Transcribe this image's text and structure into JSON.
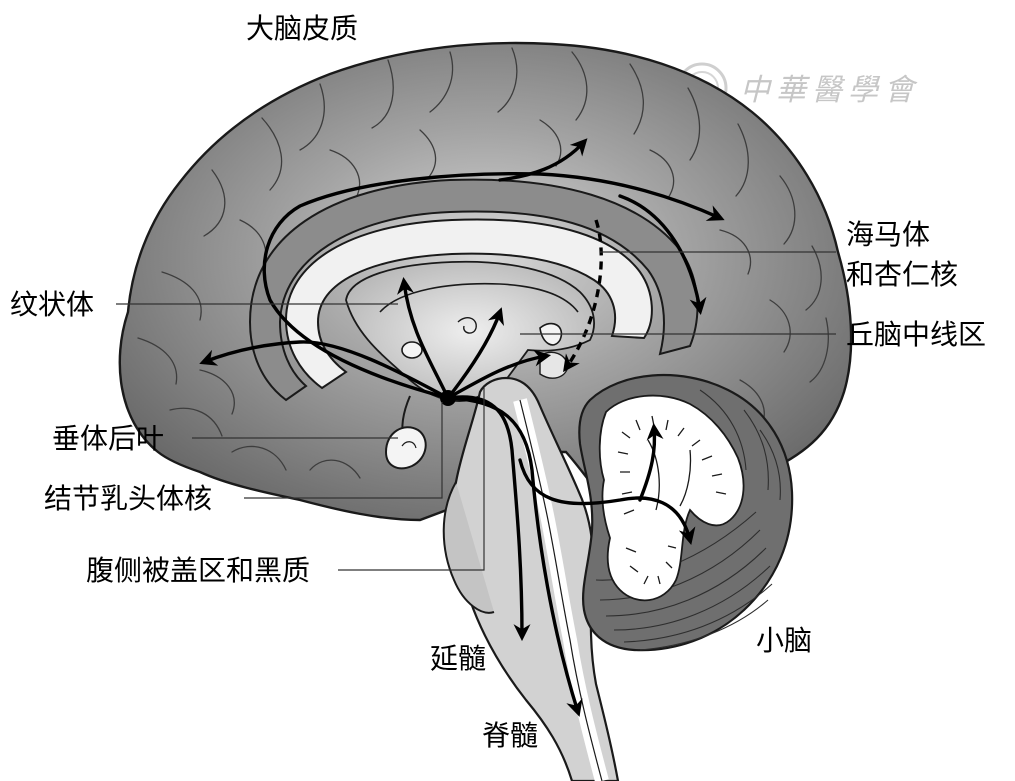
{
  "labels": {
    "cerebral_cortex": "大脑皮质",
    "hippocampus_amygdala_line1": "海马体",
    "hippocampus_amygdala_line2": "和杏仁核",
    "striatum": "纹状体",
    "thalamic_midline": "丘脑中线区",
    "pituitary_posterior": "垂体后叶",
    "tuberomammillary_nucleus": "结节乳头体核",
    "vta_substantia_nigra": "腹侧被盖区和黑质",
    "cerebellum": "小脑",
    "medulla": "延髓",
    "spinal_cord": "脊髓"
  },
  "watermark": {
    "text": "中華醫學會",
    "emblem": "society-seal-icon"
  },
  "colors": {
    "cortex": "#7a7a7a",
    "cortex_dark": "#5e5e5e",
    "white_matter": "#e8e8e8",
    "brainstem": "#cfcfcf",
    "cerebellum_fill": "#6e6e6e",
    "outline": "#1a1a1a",
    "arrow": "#000000"
  }
}
